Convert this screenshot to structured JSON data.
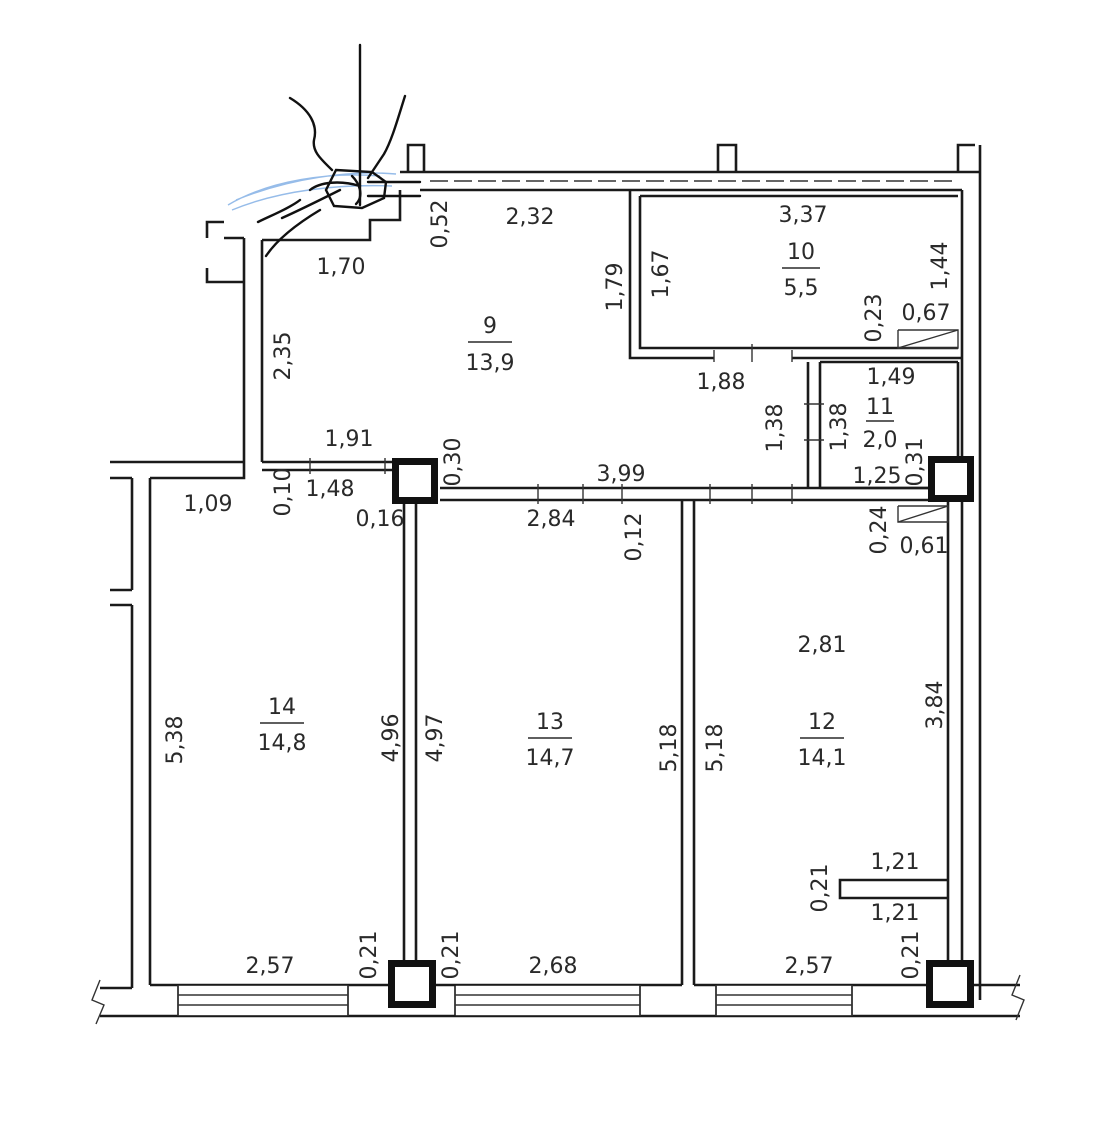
{
  "rooms": [
    {
      "id": "9",
      "number": "9",
      "area": "13,9"
    },
    {
      "id": "10",
      "number": "10",
      "area": "5,5"
    },
    {
      "id": "11",
      "number": "11",
      "area": "2,0"
    },
    {
      "id": "12",
      "number": "12",
      "area": "14,1"
    },
    {
      "id": "13",
      "number": "13",
      "area": "14,7"
    },
    {
      "id": "14",
      "number": "14",
      "area": "14,8"
    }
  ],
  "dimensions": {
    "d_2_32": "2,32",
    "d_0_52": "0,52",
    "d_1_70": "1,70",
    "d_2_35": "2,35",
    "d_1_79": "1,79",
    "d_1_67": "1,67",
    "d_3_37": "3,37",
    "d_1_44": "1,44",
    "d_0_23": "0,23",
    "d_0_67": "0,67",
    "d_1_88": "1,88",
    "d_1_49": "1,49",
    "d_1_38a": "1,38",
    "d_1_38b": "1,38",
    "d_0_31": "0,31",
    "d_1_25": "1,25",
    "d_1_91": "1,91",
    "d_0_30": "0,30",
    "d_3_99": "3,99",
    "d_1_09": "1,09",
    "d_0_10": "0,10",
    "d_1_48": "1,48",
    "d_0_16": "0,16",
    "d_2_84": "2,84",
    "d_0_12": "0,12",
    "d_0_24": "0,24",
    "d_0_61": "0,61",
    "d_2_81": "2,81",
    "d_5_38": "5,38",
    "d_4_96": "4,96",
    "d_4_97": "4,97",
    "d_5_18a": "5,18",
    "d_5_18b": "5,18",
    "d_3_84": "3,84",
    "d_1_21a": "1,21",
    "d_0_21c": "0,21",
    "d_1_21b": "1,21",
    "d_0_21d": "0,21",
    "d_2_57a": "2,57",
    "d_0_21a": "0,21",
    "d_0_21b": "0,21",
    "d_2_68": "2,68",
    "d_2_57b": "2,57"
  }
}
